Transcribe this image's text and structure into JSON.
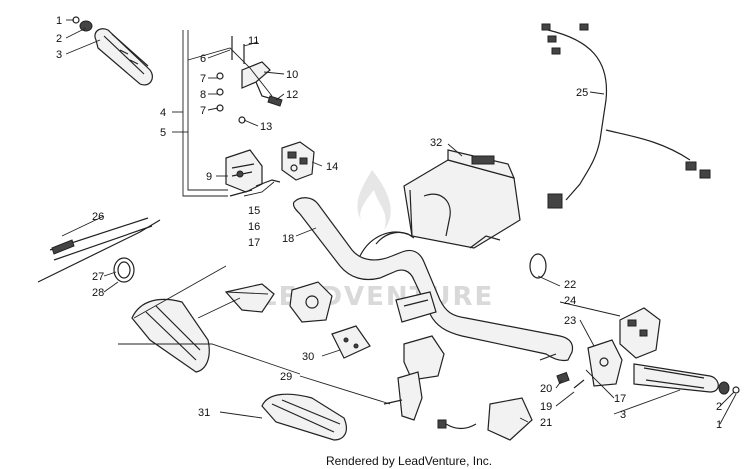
{
  "diagram": {
    "callouts": [
      {
        "id": "c1a",
        "text": "1"
      },
      {
        "id": "c2a",
        "text": "2"
      },
      {
        "id": "c3a",
        "text": "3"
      },
      {
        "id": "c4",
        "text": "4"
      },
      {
        "id": "c5",
        "text": "5"
      },
      {
        "id": "c6",
        "text": "6"
      },
      {
        "id": "c7a",
        "text": "7"
      },
      {
        "id": "c8",
        "text": "8"
      },
      {
        "id": "c7b",
        "text": "7"
      },
      {
        "id": "c9",
        "text": "9"
      },
      {
        "id": "c10",
        "text": "10"
      },
      {
        "id": "c11",
        "text": "11"
      },
      {
        "id": "c12",
        "text": "12"
      },
      {
        "id": "c13",
        "text": "13"
      },
      {
        "id": "c14",
        "text": "14"
      },
      {
        "id": "c15",
        "text": "15"
      },
      {
        "id": "c16",
        "text": "16"
      },
      {
        "id": "c17a",
        "text": "17"
      },
      {
        "id": "c18",
        "text": "18"
      },
      {
        "id": "c25",
        "text": "25"
      },
      {
        "id": "c32",
        "text": "32"
      },
      {
        "id": "c26",
        "text": "26"
      },
      {
        "id": "c27",
        "text": "27"
      },
      {
        "id": "c28",
        "text": "28"
      },
      {
        "id": "c22",
        "text": "22"
      },
      {
        "id": "c24",
        "text": "24"
      },
      {
        "id": "c23",
        "text": "23"
      },
      {
        "id": "c30",
        "text": "30"
      },
      {
        "id": "c29",
        "text": "29"
      },
      {
        "id": "c31",
        "text": "31"
      },
      {
        "id": "c20",
        "text": "20"
      },
      {
        "id": "c19",
        "text": "19"
      },
      {
        "id": "c17b",
        "text": "17"
      },
      {
        "id": "c3b",
        "text": "3"
      },
      {
        "id": "c2b",
        "text": "2"
      },
      {
        "id": "c1b",
        "text": "1"
      },
      {
        "id": "c21",
        "text": "21"
      }
    ],
    "watermark": "LEADVENTURE",
    "credit": "Rendered by LeadVenture, Inc."
  }
}
